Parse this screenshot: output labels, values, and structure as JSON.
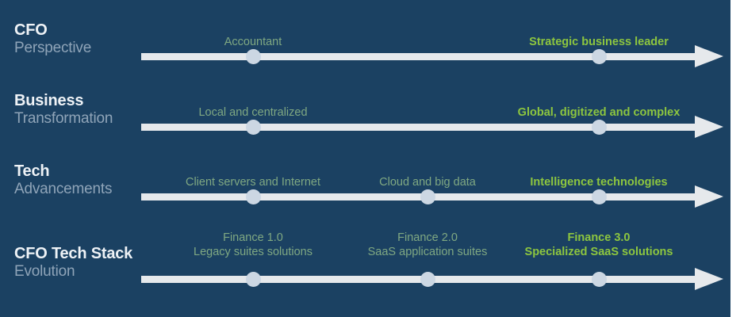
{
  "theme": {
    "background": "#1b4162",
    "bar": "#e6e9ec",
    "marker": "#ccd7e3",
    "label_strong": "#eef2f6",
    "label_light": "#8fa4b8",
    "caption_soft": "#7fa882",
    "caption_accent": "#8dc63f"
  },
  "rows": [
    {
      "label_strong": "CFO",
      "label_light": "Perspective",
      "stages": [
        {
          "lines": [
            "Accountant"
          ],
          "emphasis": "soft"
        },
        {
          "lines": [
            "Strategic business leader"
          ],
          "emphasis": "accent"
        }
      ]
    },
    {
      "label_strong": "Business",
      "label_light": "Transformation",
      "stages": [
        {
          "lines": [
            "Local and centralized"
          ],
          "emphasis": "soft"
        },
        {
          "lines": [
            "Global, digitized and complex"
          ],
          "emphasis": "accent"
        }
      ]
    },
    {
      "label_strong": "Tech",
      "label_light": "Advancements",
      "stages": [
        {
          "lines": [
            "Client servers and Internet"
          ],
          "emphasis": "soft"
        },
        {
          "lines": [
            "Cloud and big data"
          ],
          "emphasis": "soft"
        },
        {
          "lines": [
            "Intelligence technologies"
          ],
          "emphasis": "accent"
        }
      ]
    },
    {
      "label_strong": "CFO Tech Stack",
      "label_light": "Evolution",
      "stages": [
        {
          "lines": [
            "Finance 1.0",
            "Legacy suites solutions"
          ],
          "emphasis": "soft"
        },
        {
          "lines": [
            "Finance 2.0",
            "SaaS application suites"
          ],
          "emphasis": "soft"
        },
        {
          "lines": [
            "Finance 3.0",
            "Specialized SaaS solutions"
          ],
          "emphasis": "accent"
        }
      ]
    }
  ]
}
